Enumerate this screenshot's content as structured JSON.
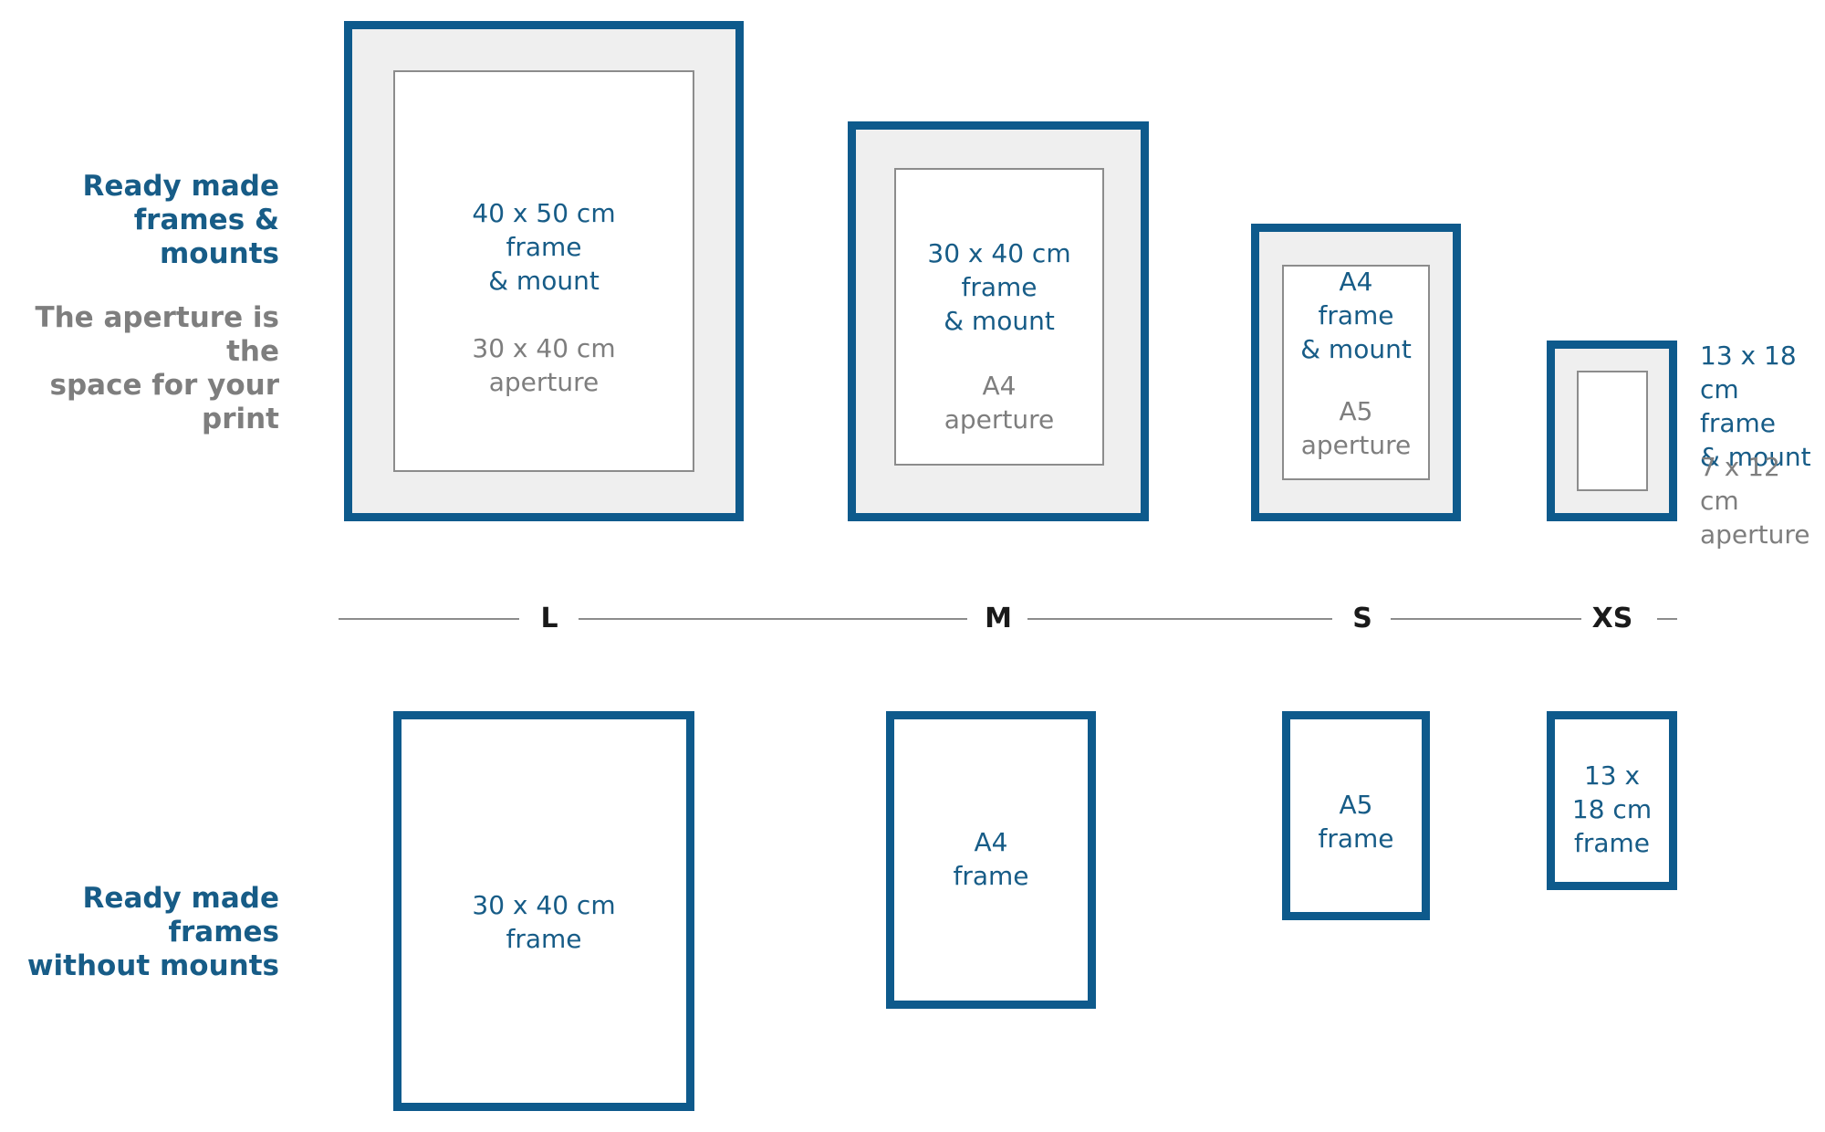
{
  "left_labels": {
    "mounted_heading": "Ready made\nframes &\nmounts",
    "aperture_note": "The aperture is the\nspace for your print",
    "unmounted_heading": "Ready made frames\nwithout mounts"
  },
  "sizes": [
    "L",
    "M",
    "S",
    "XS"
  ],
  "mounted_frames": [
    {
      "frame": "40 x 50 cm\nframe\n& mount",
      "aperture": "30 x 40 cm\naperture"
    },
    {
      "frame": "30 x 40 cm\nframe\n& mount",
      "aperture": "A4\naperture"
    },
    {
      "frame": "A4\nframe\n& mount",
      "aperture": "A5\naperture"
    },
    {
      "frame": "13 x 18 cm\nframe\n& mount",
      "aperture": "7 x 12 cm\naperture"
    }
  ],
  "plain_frames": [
    {
      "frame": "30 x 40 cm\nframe"
    },
    {
      "frame": "A4\nframe"
    },
    {
      "frame": "A5\nframe"
    },
    {
      "frame": "13 x\n18 cm\nframe"
    }
  ],
  "colors": {
    "frame": "#0e5a8c",
    "mount": "#efefef",
    "heading": "#175c87",
    "note": "#7e7e7e"
  }
}
